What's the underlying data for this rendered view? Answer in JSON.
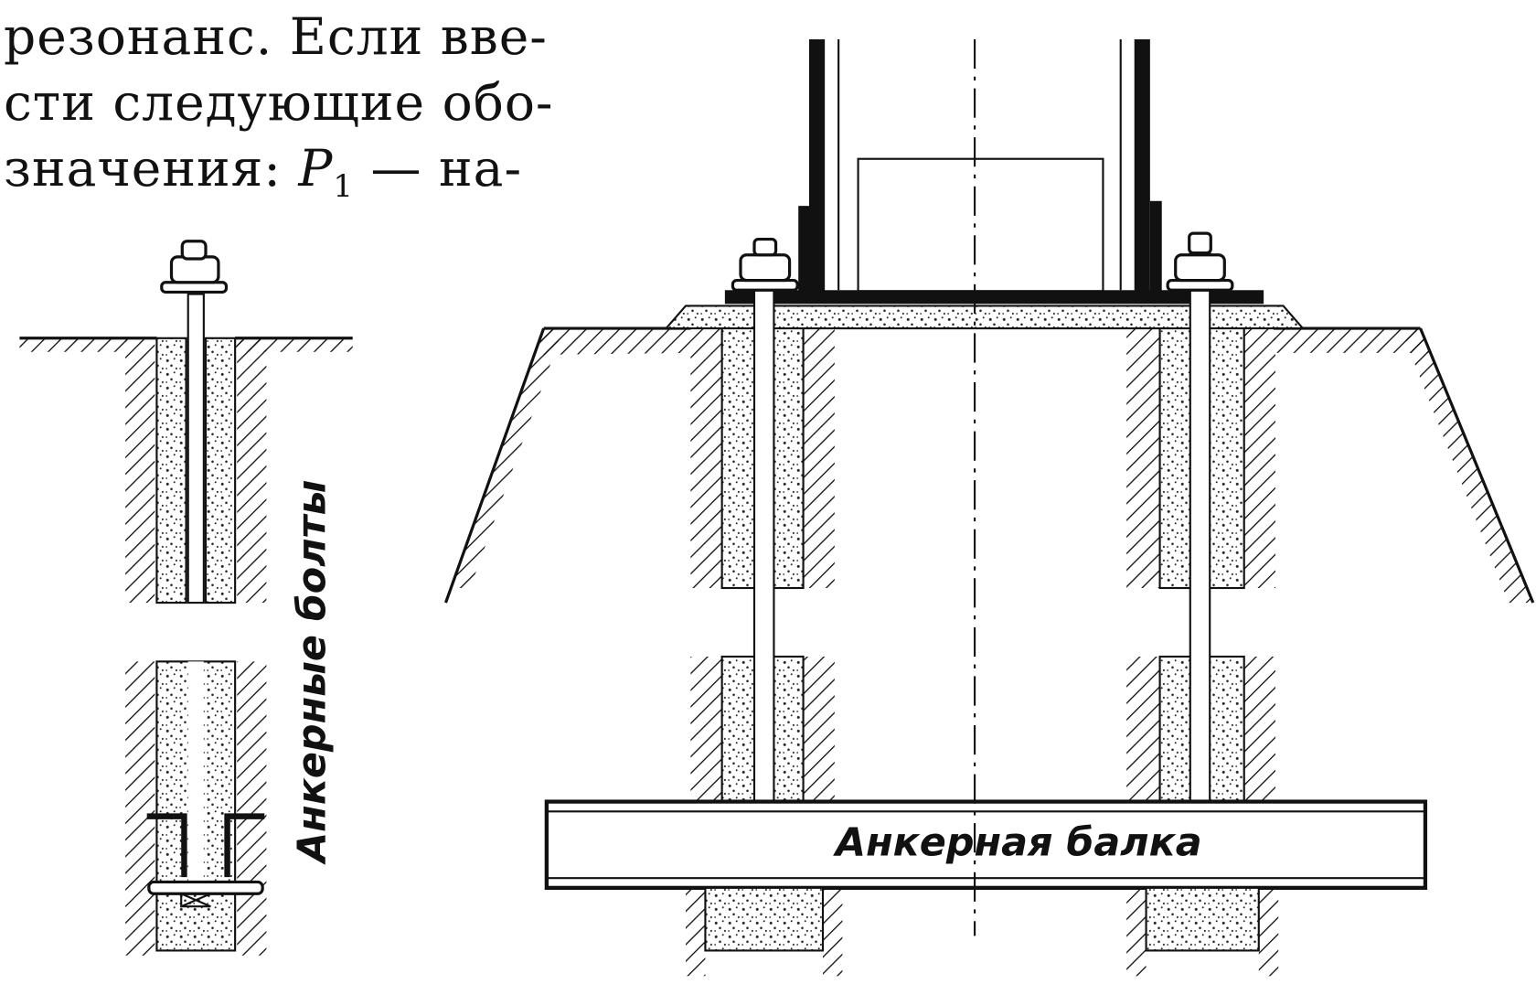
{
  "text_lines": [
    "резонанс. Если вве-",
    "сти следующие обо-",
    "значения: ",
    "P",
    "1",
    " — на-"
  ],
  "labels": {
    "anchor_bolts": "Анкерные болты",
    "anchor_beam": "Анкерная балка"
  },
  "colors": {
    "ink": "#111111",
    "paper": "#ffffff"
  }
}
